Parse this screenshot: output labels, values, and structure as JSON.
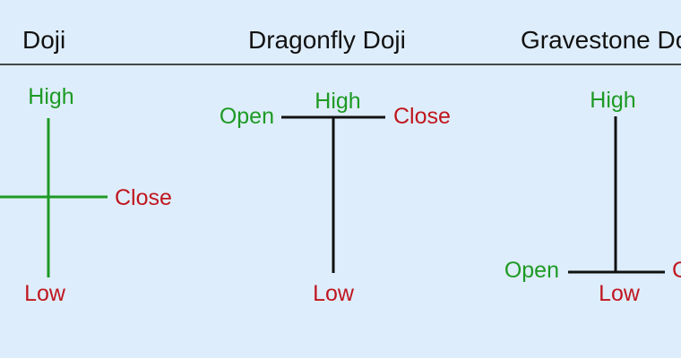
{
  "diagram": {
    "colors": {
      "background": "#deedfb",
      "line": "#111111",
      "green": "#1d9a24",
      "red": "#c0161f"
    },
    "panels": [
      {
        "title": "Doji",
        "labels": {
          "high": "High",
          "close": "Close",
          "low": "Low"
        }
      },
      {
        "title": "Dragonfly Doji",
        "labels": {
          "open": "Open",
          "high": "High",
          "close": "Close",
          "low": "Low"
        }
      },
      {
        "title": "Gravestone Doji",
        "labels": {
          "high": "High",
          "open": "Open",
          "low": "Low",
          "close": "Close"
        }
      }
    ]
  }
}
